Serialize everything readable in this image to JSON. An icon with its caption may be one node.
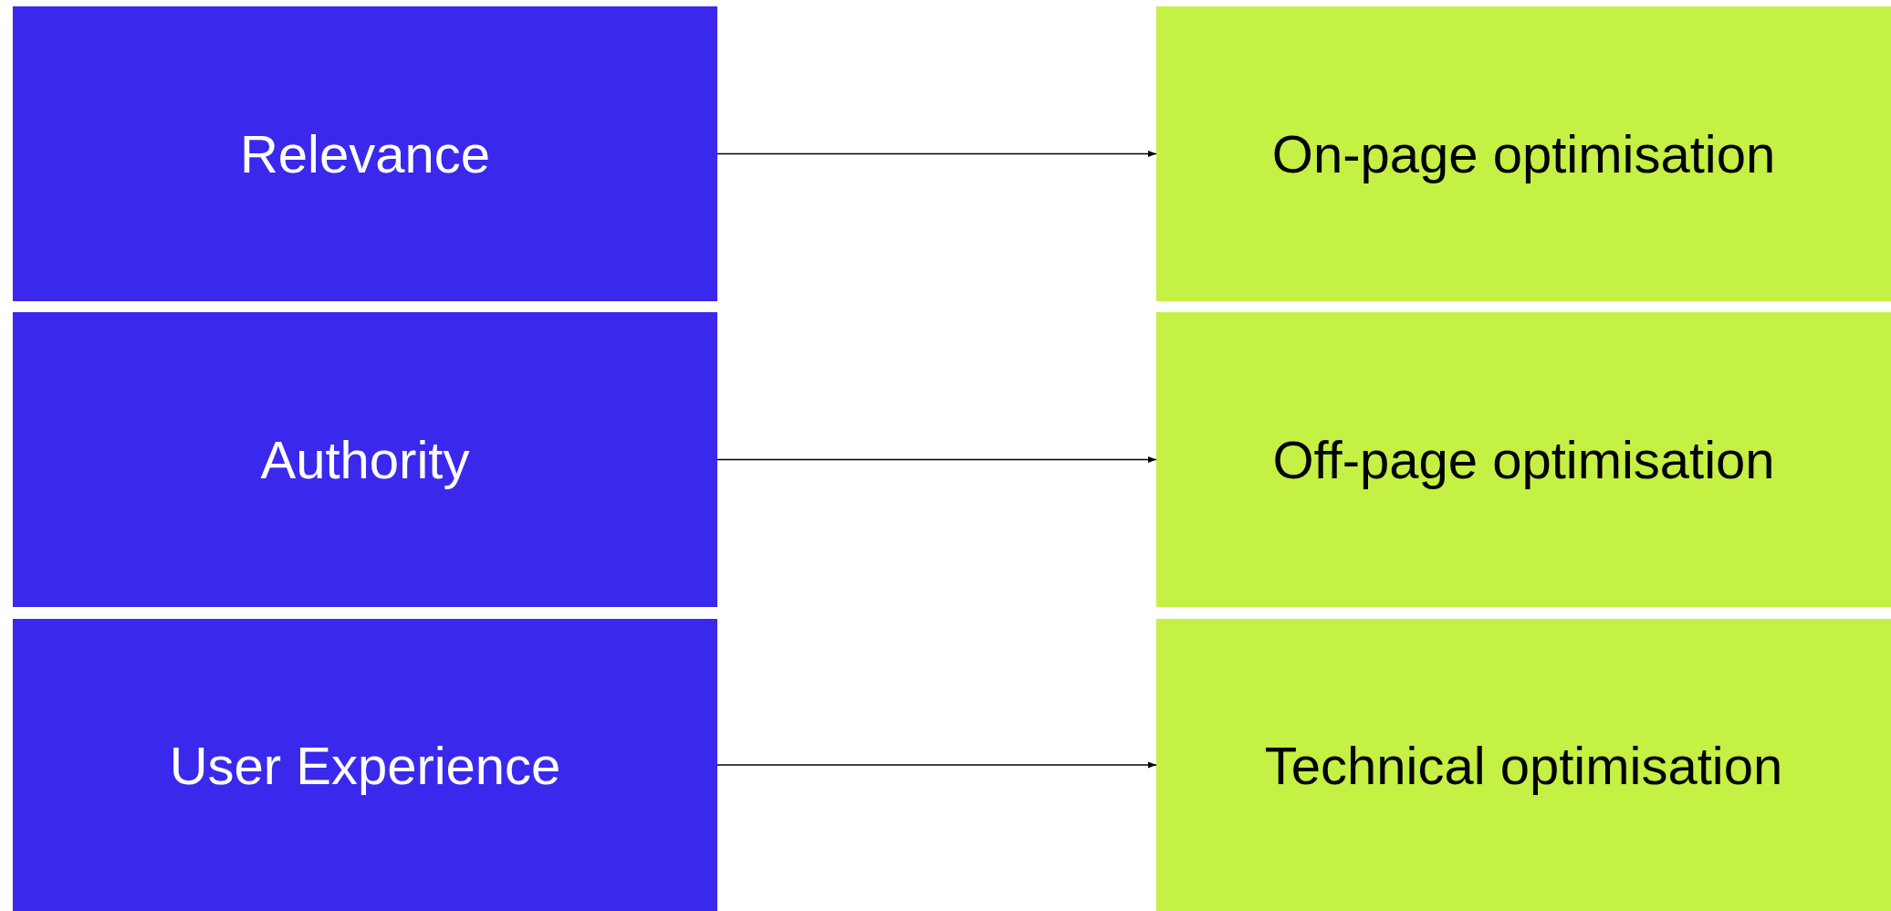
{
  "diagram": {
    "nodes": [
      {
        "text": [
          "Relevance"
        ]
      },
      {
        "text": [
          "Authority"
        ]
      },
      {
        "text": [
          "User Experience"
        ]
      },
      {
        "text": [
          "On-page optimisation"
        ]
      },
      {
        "text": [
          "Off-page optimisation"
        ]
      },
      {
        "text": [
          "Technical optimisation"
        ]
      }
    ],
    "edges": [
      {
        "from": 0,
        "to": 3,
        "arrow": "to"
      },
      {
        "from": 1,
        "to": 4,
        "arrow": "to"
      },
      {
        "from": 2,
        "to": 5,
        "arrow": "to"
      }
    ]
  }
}
